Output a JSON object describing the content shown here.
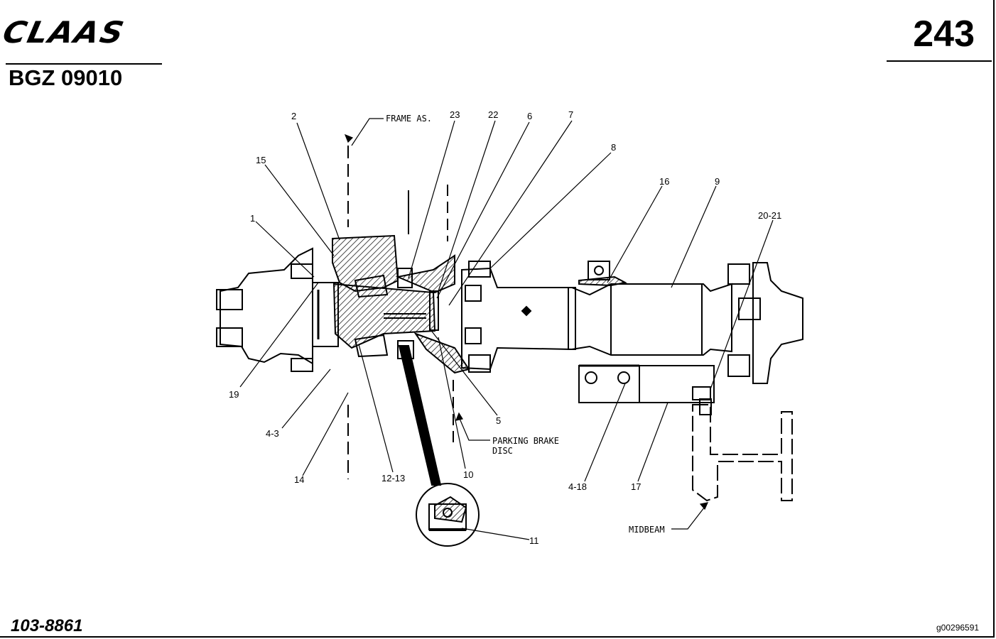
{
  "header": {
    "brand": "CLAAS",
    "doc_code": "BGZ 09010",
    "page_number": "243"
  },
  "footer": {
    "part_number": "103-8861",
    "image_id": "g00296591"
  },
  "callouts": {
    "c1": "1",
    "c2": "2",
    "c15": "15",
    "c23": "23",
    "c22": "22",
    "c6": "6",
    "c7": "7",
    "c8": "8",
    "c16": "16",
    "c9": "9",
    "c20_21": "20-21",
    "c19": "19",
    "c4_3": "4-3",
    "c14": "14",
    "c12_13": "12-13",
    "c10": "10",
    "c5": "5",
    "c11": "11",
    "c4_18": "4-18",
    "c17": "17"
  },
  "notes": {
    "frame": "FRAME AS.",
    "parking_brake_1": "PARKING BRAKE",
    "parking_brake_2": "DISC",
    "midbeam": "MIDBEAM"
  },
  "colors": {
    "ink": "#000000",
    "paper": "#ffffff"
  }
}
